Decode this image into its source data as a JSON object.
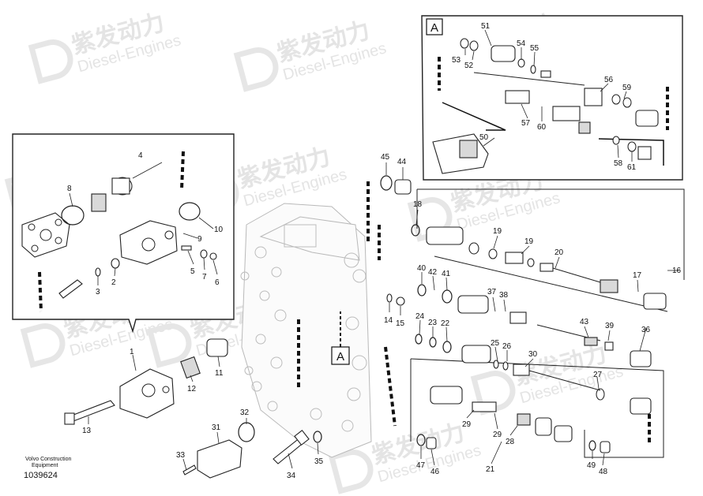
{
  "watermark": {
    "chinese": "紫发动力",
    "english": "Diesel-Engines"
  },
  "footer": {
    "brand_line1": "Volvo Construction",
    "brand_line2": "Equipment",
    "drawing_number": "1039624"
  },
  "view_marker": "A",
  "callouts": {
    "c1": "1",
    "c2": "2",
    "c3": "3",
    "c4": "4",
    "c5": "5",
    "c6": "6",
    "c7": "7",
    "c8": "8",
    "c9": "9",
    "c10": "10",
    "c11": "11",
    "c12": "12",
    "c13": "13",
    "c14": "14",
    "c15": "15",
    "c16": "16",
    "c17": "17",
    "c18": "18",
    "c19a": "19",
    "c19b": "19",
    "c20": "20",
    "c21": "21",
    "c22": "22",
    "c23": "23",
    "c24": "24",
    "c25": "25",
    "c26": "26",
    "c27": "27",
    "c28": "28",
    "c29a": "29",
    "c29b": "29",
    "c30": "30",
    "c31": "31",
    "c32": "32",
    "c33": "33",
    "c34": "34",
    "c35": "35",
    "c36": "36",
    "c37": "37",
    "c38": "38",
    "c39": "39",
    "c40": "40",
    "c41": "41",
    "c42": "42",
    "c43": "43",
    "c44": "44",
    "c45": "45",
    "c46": "46",
    "c47": "47",
    "c48": "48",
    "c49": "49",
    "c50": "50",
    "c51": "51",
    "c52": "52",
    "c53": "53",
    "c54": "54",
    "c55": "55",
    "c56": "56",
    "c57": "57",
    "c58": "58",
    "c59": "59",
    "c60": "60",
    "c61": "61"
  }
}
